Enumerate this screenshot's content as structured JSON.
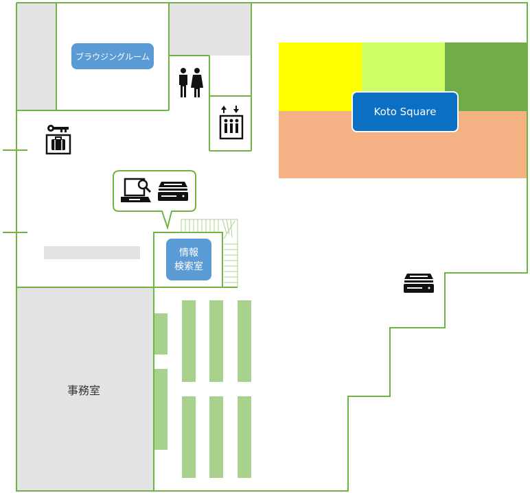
{
  "rooms": {
    "browsing_room": "ブラウジングルーム",
    "koto_square": "Koto Square",
    "info_search_room_line1": "情報",
    "info_search_room_line2": "検索室",
    "office": "事務室"
  },
  "icons": {
    "restroom": "restroom-icon",
    "elevator": "elevator-icon",
    "locker": "coin-locker-icon",
    "pc_search": "pc-search-icon",
    "scanner": "scanner-icon"
  },
  "colors": {
    "wall": "#6fb43f",
    "label_blue": "#5b9bd5",
    "koto_blue": "#0b6fc4",
    "room_grey": "#e3e3e3",
    "shelf_green": "#a9d18e",
    "yellow": "#ffff00",
    "light_green": "#ccff66",
    "mid_green": "#70ad47",
    "salmon": "#f4b183"
  }
}
